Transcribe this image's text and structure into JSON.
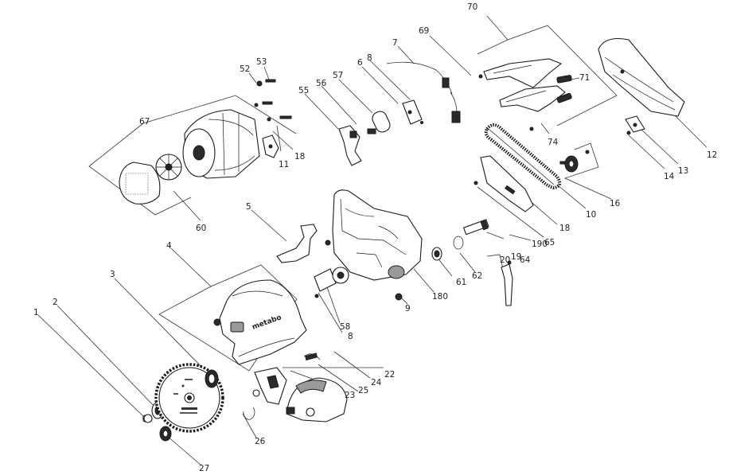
{
  "diagram": {
    "brand_mark": "metabo",
    "part_labels": {
      "p1": "1",
      "p2": "2",
      "p3": "3",
      "p4": "4",
      "p5": "5",
      "p6": "6",
      "p7": "7",
      "p8a": "8",
      "p8b": "8",
      "p9": "9",
      "p10": "10",
      "p11": "11",
      "p12": "12",
      "p13": "13",
      "p14": "14",
      "p16": "16",
      "p18a": "18",
      "p18b": "18",
      "p19": "19",
      "p20": "20",
      "p22": "22",
      "p23": "23",
      "p24": "24",
      "p25": "25",
      "p26": "26",
      "p27": "27",
      "p52": "52",
      "p53": "53",
      "p55": "55",
      "p56": "56",
      "p57": "57",
      "p58": "58",
      "p60": "60",
      "p61": "61",
      "p62": "62",
      "p64": "64",
      "p65": "65",
      "p67": "67",
      "p69": "69",
      "p70": "70",
      "p71": "71",
      "p74": "74",
      "p180": "180",
      "p190": "190"
    }
  }
}
